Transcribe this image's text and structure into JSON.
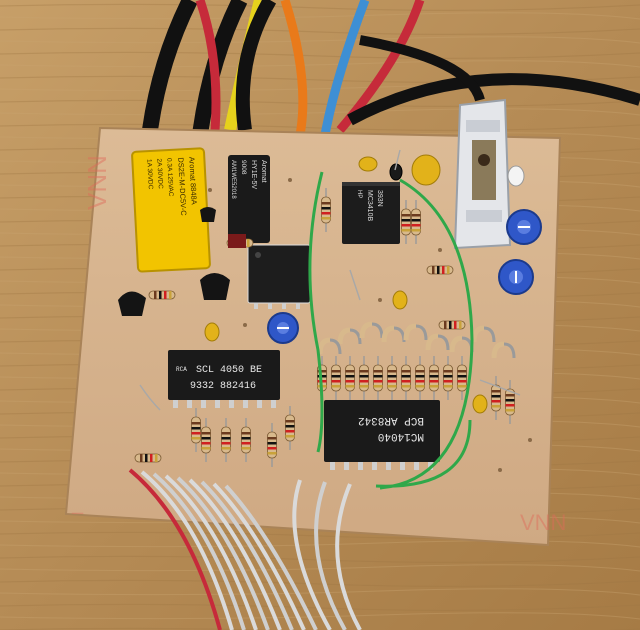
{
  "photo": {
    "colors": {
      "table": "#b08a55",
      "board": "#d8b48c",
      "wire_green": "#2fa84a",
      "relay_yellow": "#f2c400",
      "trimmer_blue": "#2f57c8",
      "ribbon": "#d9d9d9"
    },
    "yellow_relay": {
      "line1": "Aromat 8848A",
      "line2": "DS2E-M-DC5V-C",
      "line3": "0.3A 125VAC",
      "line4": "2A 30VDC",
      "line5": "1A 30VDC"
    },
    "black_relay": {
      "line1": "Aromat",
      "line2": "HY1E-5V",
      "line3": "9008",
      "line4": "AM1WE52018"
    },
    "chip_small": {
      "line1": "HP",
      "line2": "393N",
      "line3": "MC3410B"
    },
    "chip_cd4050": {
      "line1": "SCL 4050 BE",
      "line2": "9332 882416",
      "logo": "RCA"
    },
    "chip_mc14040": {
      "line1": "MC14040",
      "line2": "BCP AR8342"
    },
    "board_print_left": "VNN",
    "board_print_right": "VNN"
  }
}
